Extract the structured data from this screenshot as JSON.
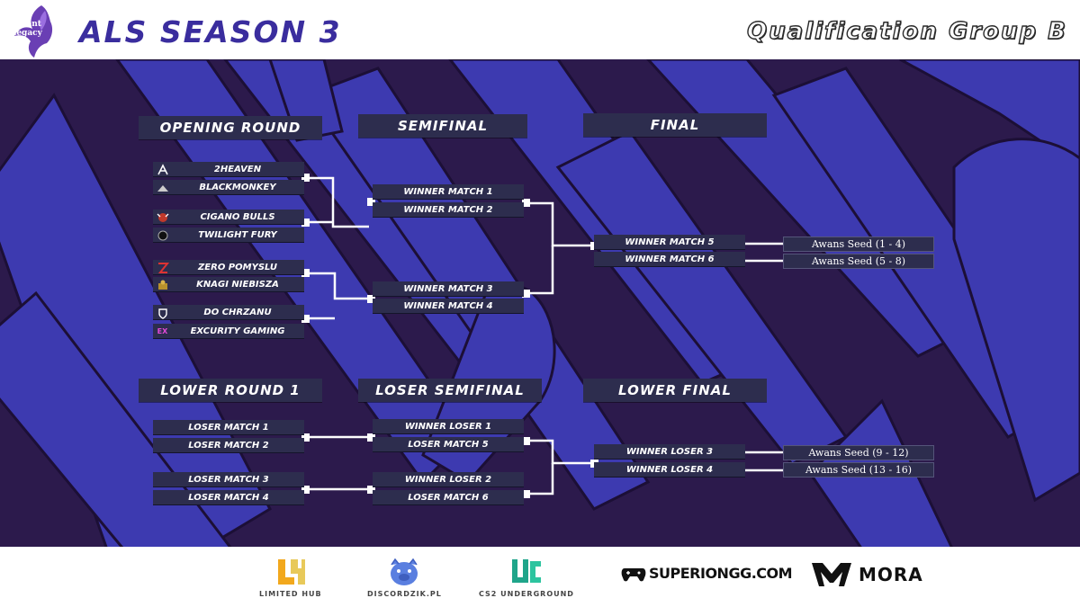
{
  "header": {
    "logo_text": "Ascent Legacy",
    "title": "ALS SEASON 3",
    "group_title": "Qualification Group B"
  },
  "upper": {
    "headers": {
      "opening": "OPENING ROUND",
      "semi": "SEMIFINAL",
      "final": "FINAL"
    },
    "teams": [
      {
        "name": "2HEAVEN",
        "icon": "2heaven-logo-icon"
      },
      {
        "name": "BLACKMONKEY",
        "icon": "blackmonkey-logo-icon"
      },
      {
        "name": "CIGANO BULLS",
        "icon": "cigano-bulls-logo-icon"
      },
      {
        "name": "TWILIGHT FURY",
        "icon": "twilight-fury-logo-icon"
      },
      {
        "name": "ZERO POMYSLU",
        "icon": "zero-pomyslu-logo-icon"
      },
      {
        "name": "KNAGI NIEBISZA",
        "icon": "knagi-niebisza-logo-icon"
      },
      {
        "name": "DO CHRZANU",
        "icon": "do-chrzanu-logo-icon"
      },
      {
        "name": "EXCURITY GAMING",
        "icon": "excurity-gaming-logo-icon"
      }
    ],
    "semi": [
      "WINNER MATCH 1",
      "WINNER MATCH 2",
      "WINNER MATCH 3",
      "WINNER MATCH 4"
    ],
    "final": [
      "WINNER MATCH 5",
      "WINNER MATCH 6"
    ],
    "results": [
      "Awans Seed (1 - 4)",
      "Awans Seed (5 - 8)"
    ]
  },
  "lower": {
    "headers": {
      "round1": "LOWER ROUND 1",
      "semi": "LOSER SEMIFINAL",
      "final": "LOWER FINAL"
    },
    "round1": [
      "LOSER MATCH 1",
      "LOSER MATCH 2",
      "LOSER MATCH 3",
      "LOSER MATCH 4"
    ],
    "semi": [
      "WINNER LOSER 1",
      "LOSER MATCH 5",
      "WINNER LOSER 2",
      "LOSER MATCH 6"
    ],
    "final": [
      "WINNER LOSER 3",
      "WINNER LOSER 4"
    ],
    "results": [
      "Awans Seed (9 - 12)",
      "Awans Seed (13 - 16)"
    ]
  },
  "sponsors": [
    {
      "caption": "LIMITED HUB",
      "icon": "limited-hub-logo-icon"
    },
    {
      "caption": "DISCORDZIK.PL",
      "icon": "discordzik-logo-icon"
    },
    {
      "caption": "CS2 UNDERGROUND",
      "icon": "cs2-underground-logo-icon"
    },
    {
      "caption": "SUPERIONGG.COM",
      "icon": "superiongg-logo-icon"
    },
    {
      "caption": "MORA",
      "icon": "mora-logo-icon"
    }
  ],
  "colors": {
    "header_title": "#3a2d9e",
    "box_bg": "#2d2d4e",
    "background_dark": "#2c1a4c",
    "background_stripe": "#3d3ab0"
  }
}
